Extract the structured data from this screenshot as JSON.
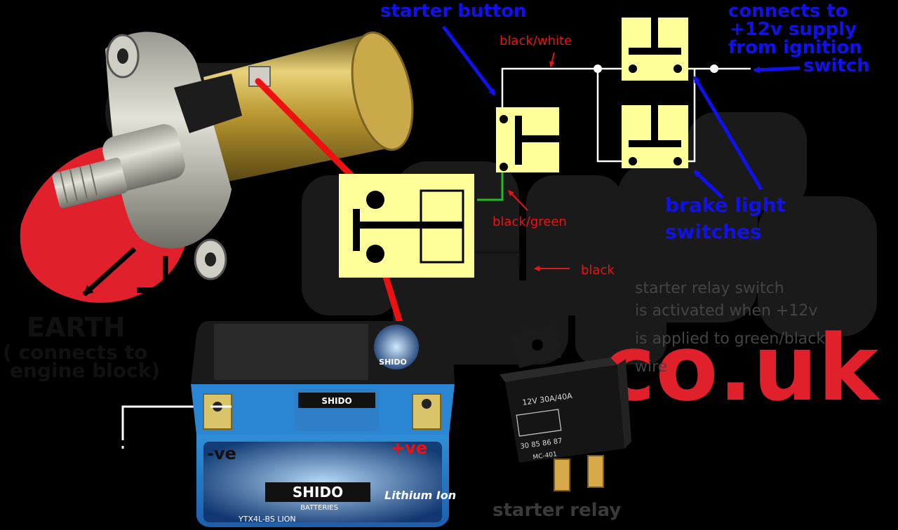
{
  "labels": {
    "starter_button": "starter button",
    "black_white": "black/white",
    "supply_line1": "connects to",
    "supply_line2": "+12v supply",
    "supply_line3": "from ignition",
    "supply_line4": "switch",
    "black_green": "black/green",
    "brake_line1": "brake light",
    "brake_line2": "switches",
    "black": "black",
    "relay_note_line1": "starter relay switch",
    "relay_note_line2": "is activated when +12v",
    "relay_note_line3": "is applied to green/black",
    "relay_note_line4": "wire",
    "earth_line1": "EARTH",
    "earth_line2": "( connects to",
    "earth_line3": "engine block)",
    "neg_terminal": "-ve",
    "pos_terminal": "+ve",
    "starter_relay": "starter relay"
  },
  "battery": {
    "brand": "SHIDO",
    "sub_brand": "BATTERIES",
    "type": "Lithium Ion",
    "model": "YTX4L-BS LION"
  },
  "relay_part": {
    "rating": "12V 30A/40A",
    "pins": "30 85 86 87",
    "code": "MC-401"
  },
  "watermark": {
    "url": ".co.uk"
  },
  "colors": {
    "background": "#000000",
    "switch_box": "#ffff99",
    "live_wire": "#ee1111",
    "signal_wire": "#ffffff",
    "green_wire": "#22bb22",
    "annotation_blue": "#1111ee",
    "annotation_red": "#ee1111",
    "battery_blue": "#3aa6e8"
  }
}
